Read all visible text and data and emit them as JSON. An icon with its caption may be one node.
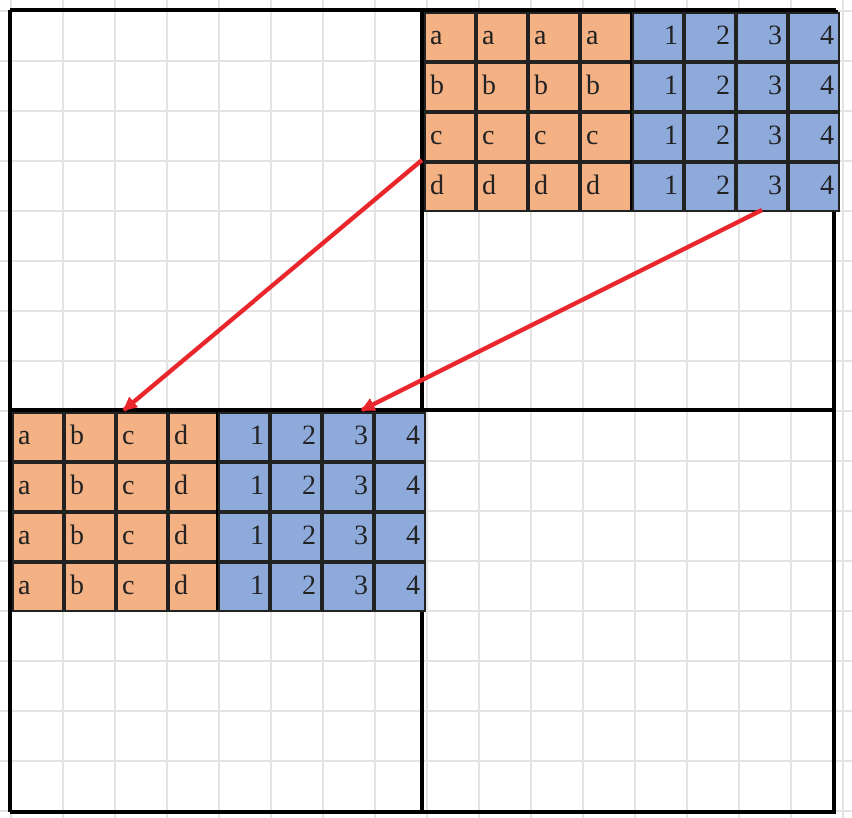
{
  "diagram": {
    "nodes": [
      {
        "text": [
          "a",
          "a",
          "a",
          "a",
          "b",
          "b",
          "b",
          "b",
          "c",
          "c",
          "c",
          "c",
          "d",
          "d",
          "d",
          "d"
        ]
      },
      {
        "text": [
          "1",
          "2",
          "3",
          "4",
          "1",
          "2",
          "3",
          "4",
          "1",
          "2",
          "3",
          "4",
          "1",
          "2",
          "3",
          "4"
        ]
      },
      {
        "text": [
          "a",
          "b",
          "c",
          "d",
          "a",
          "b",
          "c",
          "d",
          "a",
          "b",
          "c",
          "d",
          "a",
          "b",
          "c",
          "d"
        ]
      },
      {
        "text": [
          "1",
          "2",
          "3",
          "4",
          "1",
          "2",
          "3",
          "4",
          "1",
          "2",
          "3",
          "4",
          "1",
          "2",
          "3",
          "4"
        ]
      }
    ],
    "edges": [
      {
        "from": 0,
        "to": 2,
        "arrow": "to",
        "color": "#e8262b"
      },
      {
        "from": 1,
        "to": 3,
        "arrow": "to",
        "color": "#e8262b"
      }
    ]
  }
}
